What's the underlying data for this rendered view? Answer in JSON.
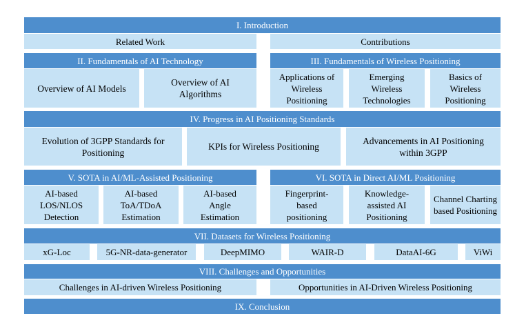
{
  "sections": {
    "intro": {
      "title": "I. Introduction",
      "items": [
        "Related Work",
        "Contributions"
      ]
    },
    "fund_ai": {
      "title": "II. Fundamentals of AI Technology",
      "items": [
        "Overview of AI Models",
        "Overview of AI Algorithms"
      ]
    },
    "fund_wp": {
      "title": "III. Fundamentals of Wireless Positioning",
      "items": [
        "Applications of Wireless Positioning",
        "Emerging Wireless Technologies",
        "Basics of Wireless Positioning"
      ]
    },
    "progress": {
      "title": "IV. Progress in AI Positioning Standards",
      "items": [
        "Evolution of 3GPP Standards for Positioning",
        "KPIs for Wireless Positioning",
        "Advancements in AI Positioning within 3GPP"
      ]
    },
    "assisted": {
      "title": "V. SOTA in AI/ML-Assisted Positioning",
      "items": [
        "AI-based LOS/NLOS Detection",
        "AI-based ToA/TDoA Estimation",
        "AI-based Angle Estimation"
      ]
    },
    "direct": {
      "title": "VI. SOTA in Direct AI/ML Positioning",
      "items": [
        "Fingerprint-based positioning",
        "Knowledge-assisted AI Positioning",
        "Channel Charting based Positioning"
      ]
    },
    "datasets": {
      "title": "VII. Datasets for Wireless Positioning",
      "items": [
        "xG-Loc",
        "5G-NR-data-generator",
        "DeepMIMO",
        "WAIR-D",
        "DataAI-6G",
        "ViWi"
      ]
    },
    "challenges": {
      "title": "VIII. Challenges and Opportunities",
      "items": [
        "Challenges in AI-driven Wireless Positioning",
        "Opportunities in AI-Driven Wireless Positioning"
      ]
    },
    "conclusion": {
      "title": "IX. Conclusion"
    }
  },
  "colors": {
    "header": "#4e8ecd",
    "subbox": "#c6e2f5",
    "header_text": "#ffffff",
    "subbox_text": "#000000"
  }
}
